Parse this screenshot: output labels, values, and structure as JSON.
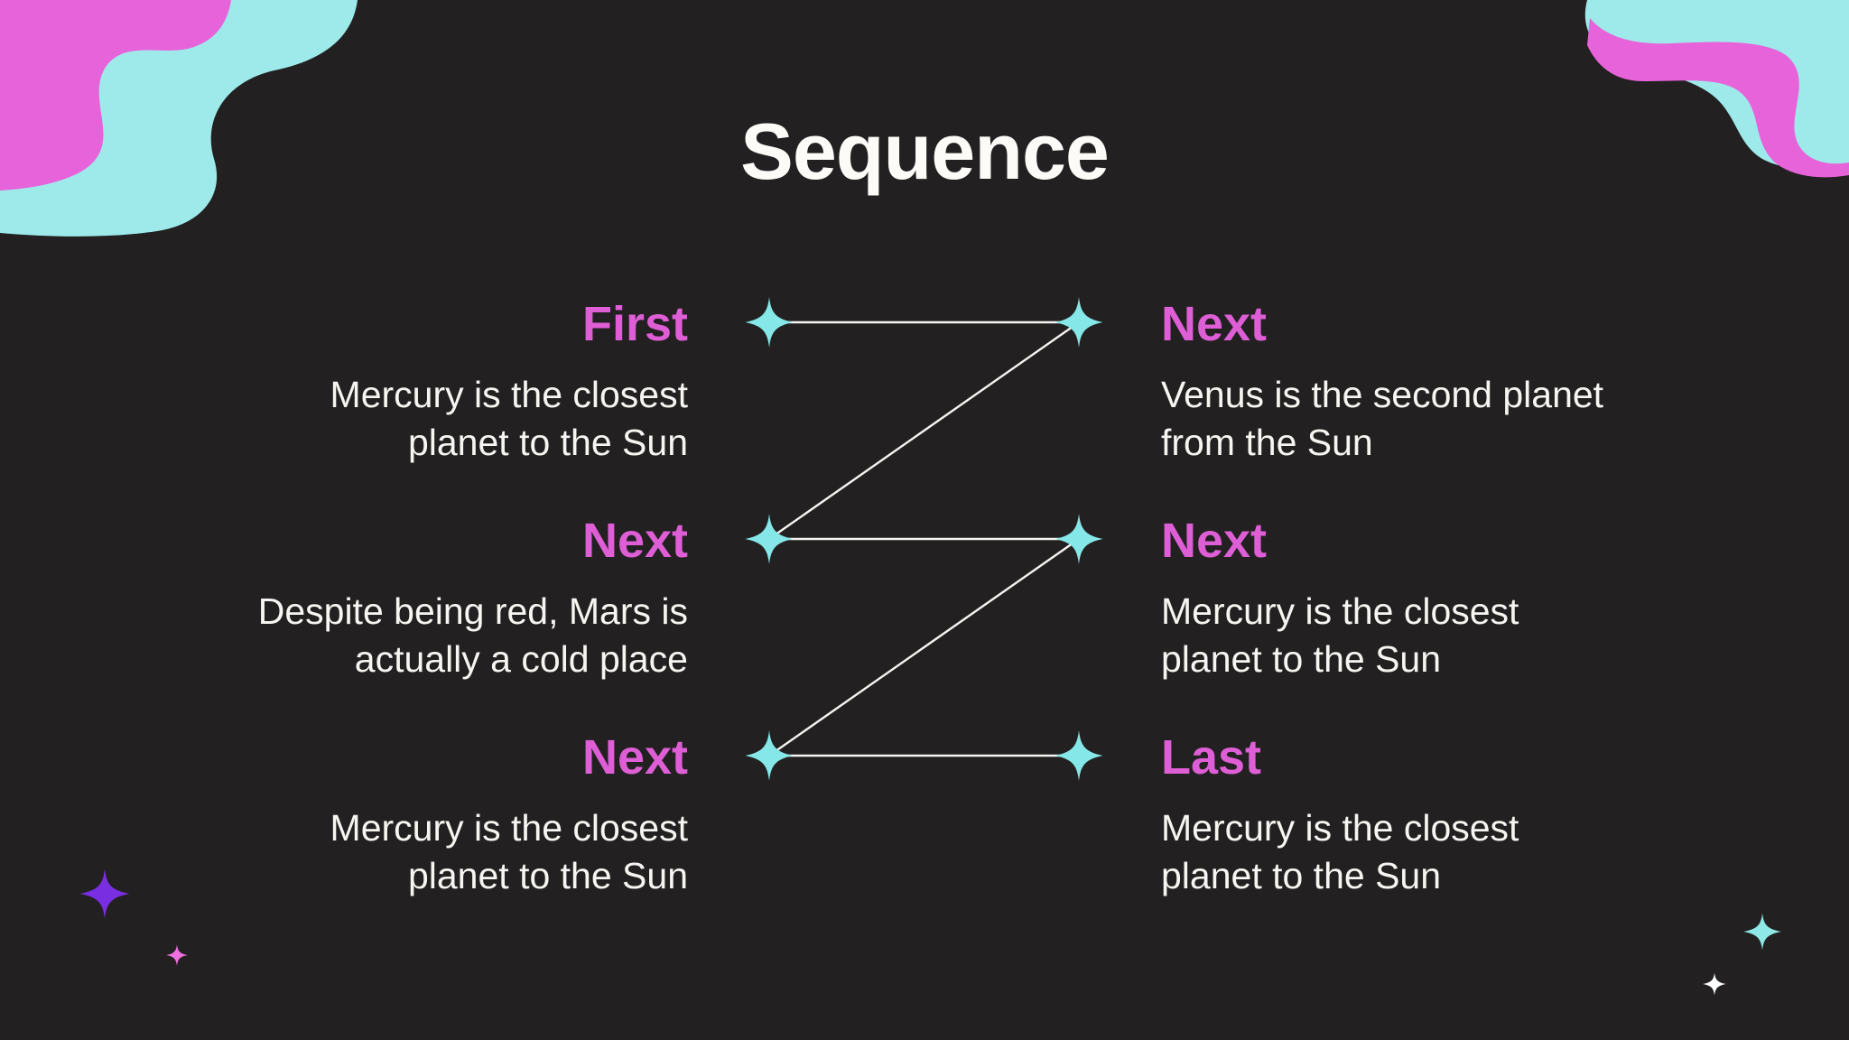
{
  "slide": {
    "title": "Sequence",
    "steps": [
      {
        "label": "First",
        "position": "row-1-left",
        "lines": [
          "Mercury is the closest",
          "planet to the Sun"
        ]
      },
      {
        "label": "Next",
        "position": "row-1-right",
        "lines": [
          "Venus is the second planet",
          "from the Sun"
        ]
      },
      {
        "label": "Next",
        "position": "row-2-left",
        "lines": [
          "Despite being red, Mars is",
          "actually a cold place"
        ]
      },
      {
        "label": "Next",
        "position": "row-2-right",
        "lines": [
          "Mercury is the closest",
          "planet to the Sun"
        ]
      },
      {
        "label": "Next",
        "position": "row-3-left",
        "lines": [
          "Mercury is the closest",
          "planet to the Sun"
        ]
      },
      {
        "label": "Last",
        "position": "row-3-right",
        "lines": [
          "Mercury is the closest",
          "planet to the Sun"
        ]
      }
    ],
    "colors": {
      "background": "#222020",
      "title_text": "#fcfbf8",
      "body_text": "#f7f5f2",
      "label_pink": "#de5ed6",
      "marker_cyan": "#86e7e8",
      "connector_line": "#f6f4f1",
      "blob_pink": "#e763da",
      "blob_cyan": "#9eeaeb",
      "decor_star_purple": "#7a2ee2",
      "decor_star_pink": "#ee70df",
      "decor_star_cyan": "#8de8e6",
      "decor_star_white": "#ffffff"
    },
    "decorations": [
      {
        "name": "top-left-blob"
      },
      {
        "name": "top-right-blob"
      },
      {
        "name": "bottom-left-purple-star"
      },
      {
        "name": "bottom-left-pink-star"
      },
      {
        "name": "bottom-right-cyan-star"
      },
      {
        "name": "bottom-right-white-star"
      }
    ]
  }
}
